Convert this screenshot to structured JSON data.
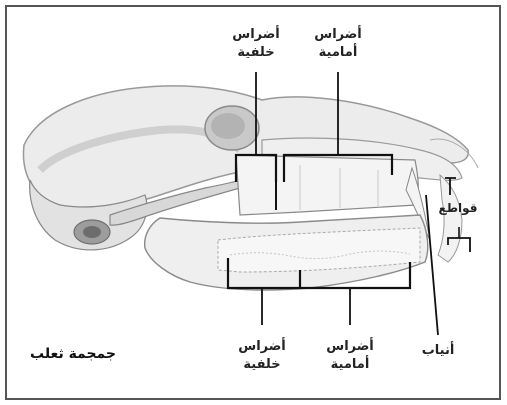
{
  "caption": "جمجمة ثعلب",
  "labels": {
    "upper_molars": {
      "line1": "أضراس",
      "line2": "خلفية"
    },
    "upper_premolars": {
      "line1": "أضراس",
      "line2": "أمامية"
    },
    "lower_molars": {
      "line1": "أضراس",
      "line2": "خلفية"
    },
    "lower_premolars": {
      "line1": "أضراس",
      "line2": "أمامية"
    },
    "canine": {
      "line1": "أنياب"
    },
    "incisors": {
      "line1": "قواطع"
    }
  }
}
